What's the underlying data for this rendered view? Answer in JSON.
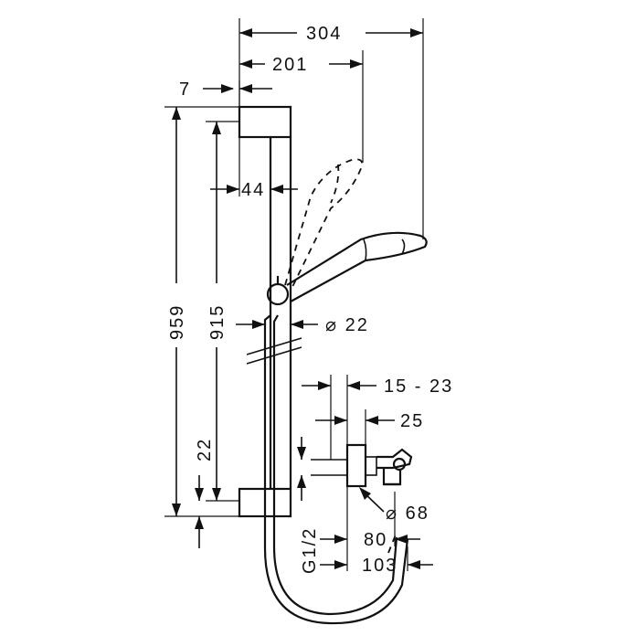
{
  "dimensions": {
    "overall_width": "304",
    "handshower_offset": "201",
    "bracket_gap": "7",
    "rail_depth": "44",
    "overall_height": "959",
    "rail_length": "915",
    "rail_diameter": "⌀ 22",
    "bracket_offset": "22",
    "outlet_range": "15 - 23",
    "outlet_depth": "25",
    "thread": "G1/2",
    "outlet_projection_80": "80",
    "outlet_projection_103": "103",
    "rosette_diameter": "⌀ 68"
  }
}
